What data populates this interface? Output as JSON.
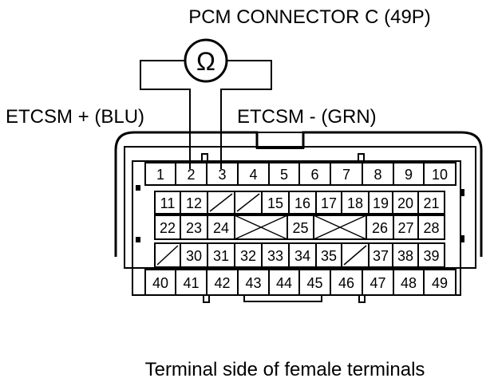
{
  "title": "PCM CONNECTOR C (49P)",
  "meter_symbol": "Ω",
  "wire_labels": {
    "left": "ETCSM + (BLU)",
    "right": "ETCSM - (GRN)"
  },
  "caption": "Terminal side of female terminals",
  "terminals": {
    "row1": [
      "1",
      "2",
      "3",
      "4",
      "5",
      "6",
      "7",
      "8",
      "9",
      "10"
    ],
    "row2": [
      "11",
      "12",
      "15",
      "16",
      "17",
      "18",
      "19",
      "20",
      "21"
    ],
    "row3": [
      "22",
      "23",
      "24",
      "25",
      "26",
      "27",
      "28"
    ],
    "row4": [
      "30",
      "31",
      "32",
      "33",
      "34",
      "35",
      "37",
      "38",
      "39"
    ],
    "row5": [
      "40",
      "41",
      "42",
      "43",
      "44",
      "45",
      "46",
      "47",
      "48",
      "49"
    ]
  },
  "probed_terminals": [
    "2",
    "3"
  ]
}
